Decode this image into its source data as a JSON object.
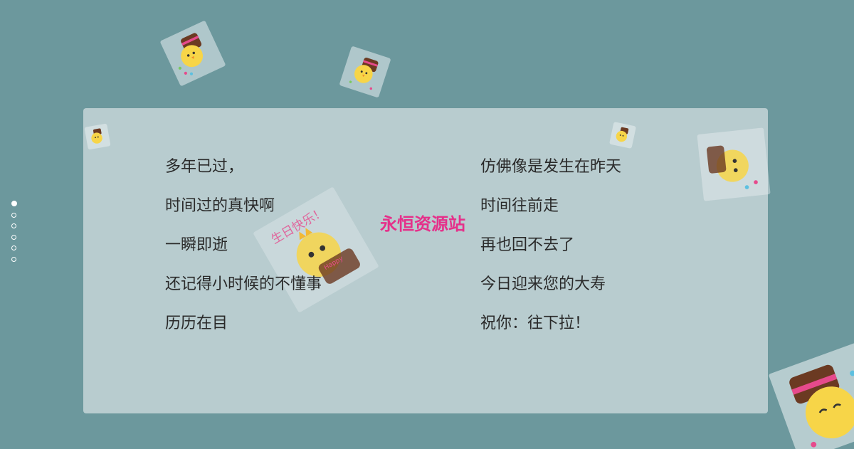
{
  "site_title": "永恒资源站",
  "poem": {
    "left": [
      "多年已过，",
      "时间过的真快啊",
      "一瞬即逝",
      "还记得小时候的不懂事",
      "历历在目"
    ],
    "right": [
      "仿佛像是发生在昨天",
      "时间往前走",
      "再也回不去了",
      "今日迎来您的大寿",
      "祝你：往下拉！"
    ]
  },
  "pagination": {
    "count": 6,
    "active": 0
  },
  "sticker": {
    "icon": "birthday-chick-sticker-icon",
    "caption": "生日快乐！",
    "badge": "Happy"
  },
  "colors": {
    "background": "#6c989d",
    "title": "#e5308a",
    "text": "#2a2a2a",
    "card": "#b5c6c9"
  }
}
